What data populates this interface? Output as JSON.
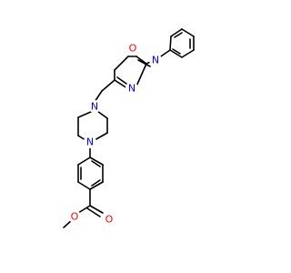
{
  "molecule": {
    "atoms": {
      "O_ring": "O",
      "N_ring_right": "N",
      "N_ring_bottom": "N",
      "N_pip_top": "N",
      "N_pip_bottom": "N",
      "O_carbonyl": "O",
      "O_ester": "O"
    }
  },
  "colors": {
    "bond": "#000000",
    "oxygen": "#ff0000",
    "nitrogen": "#0000ff",
    "background": "#ffffff"
  }
}
